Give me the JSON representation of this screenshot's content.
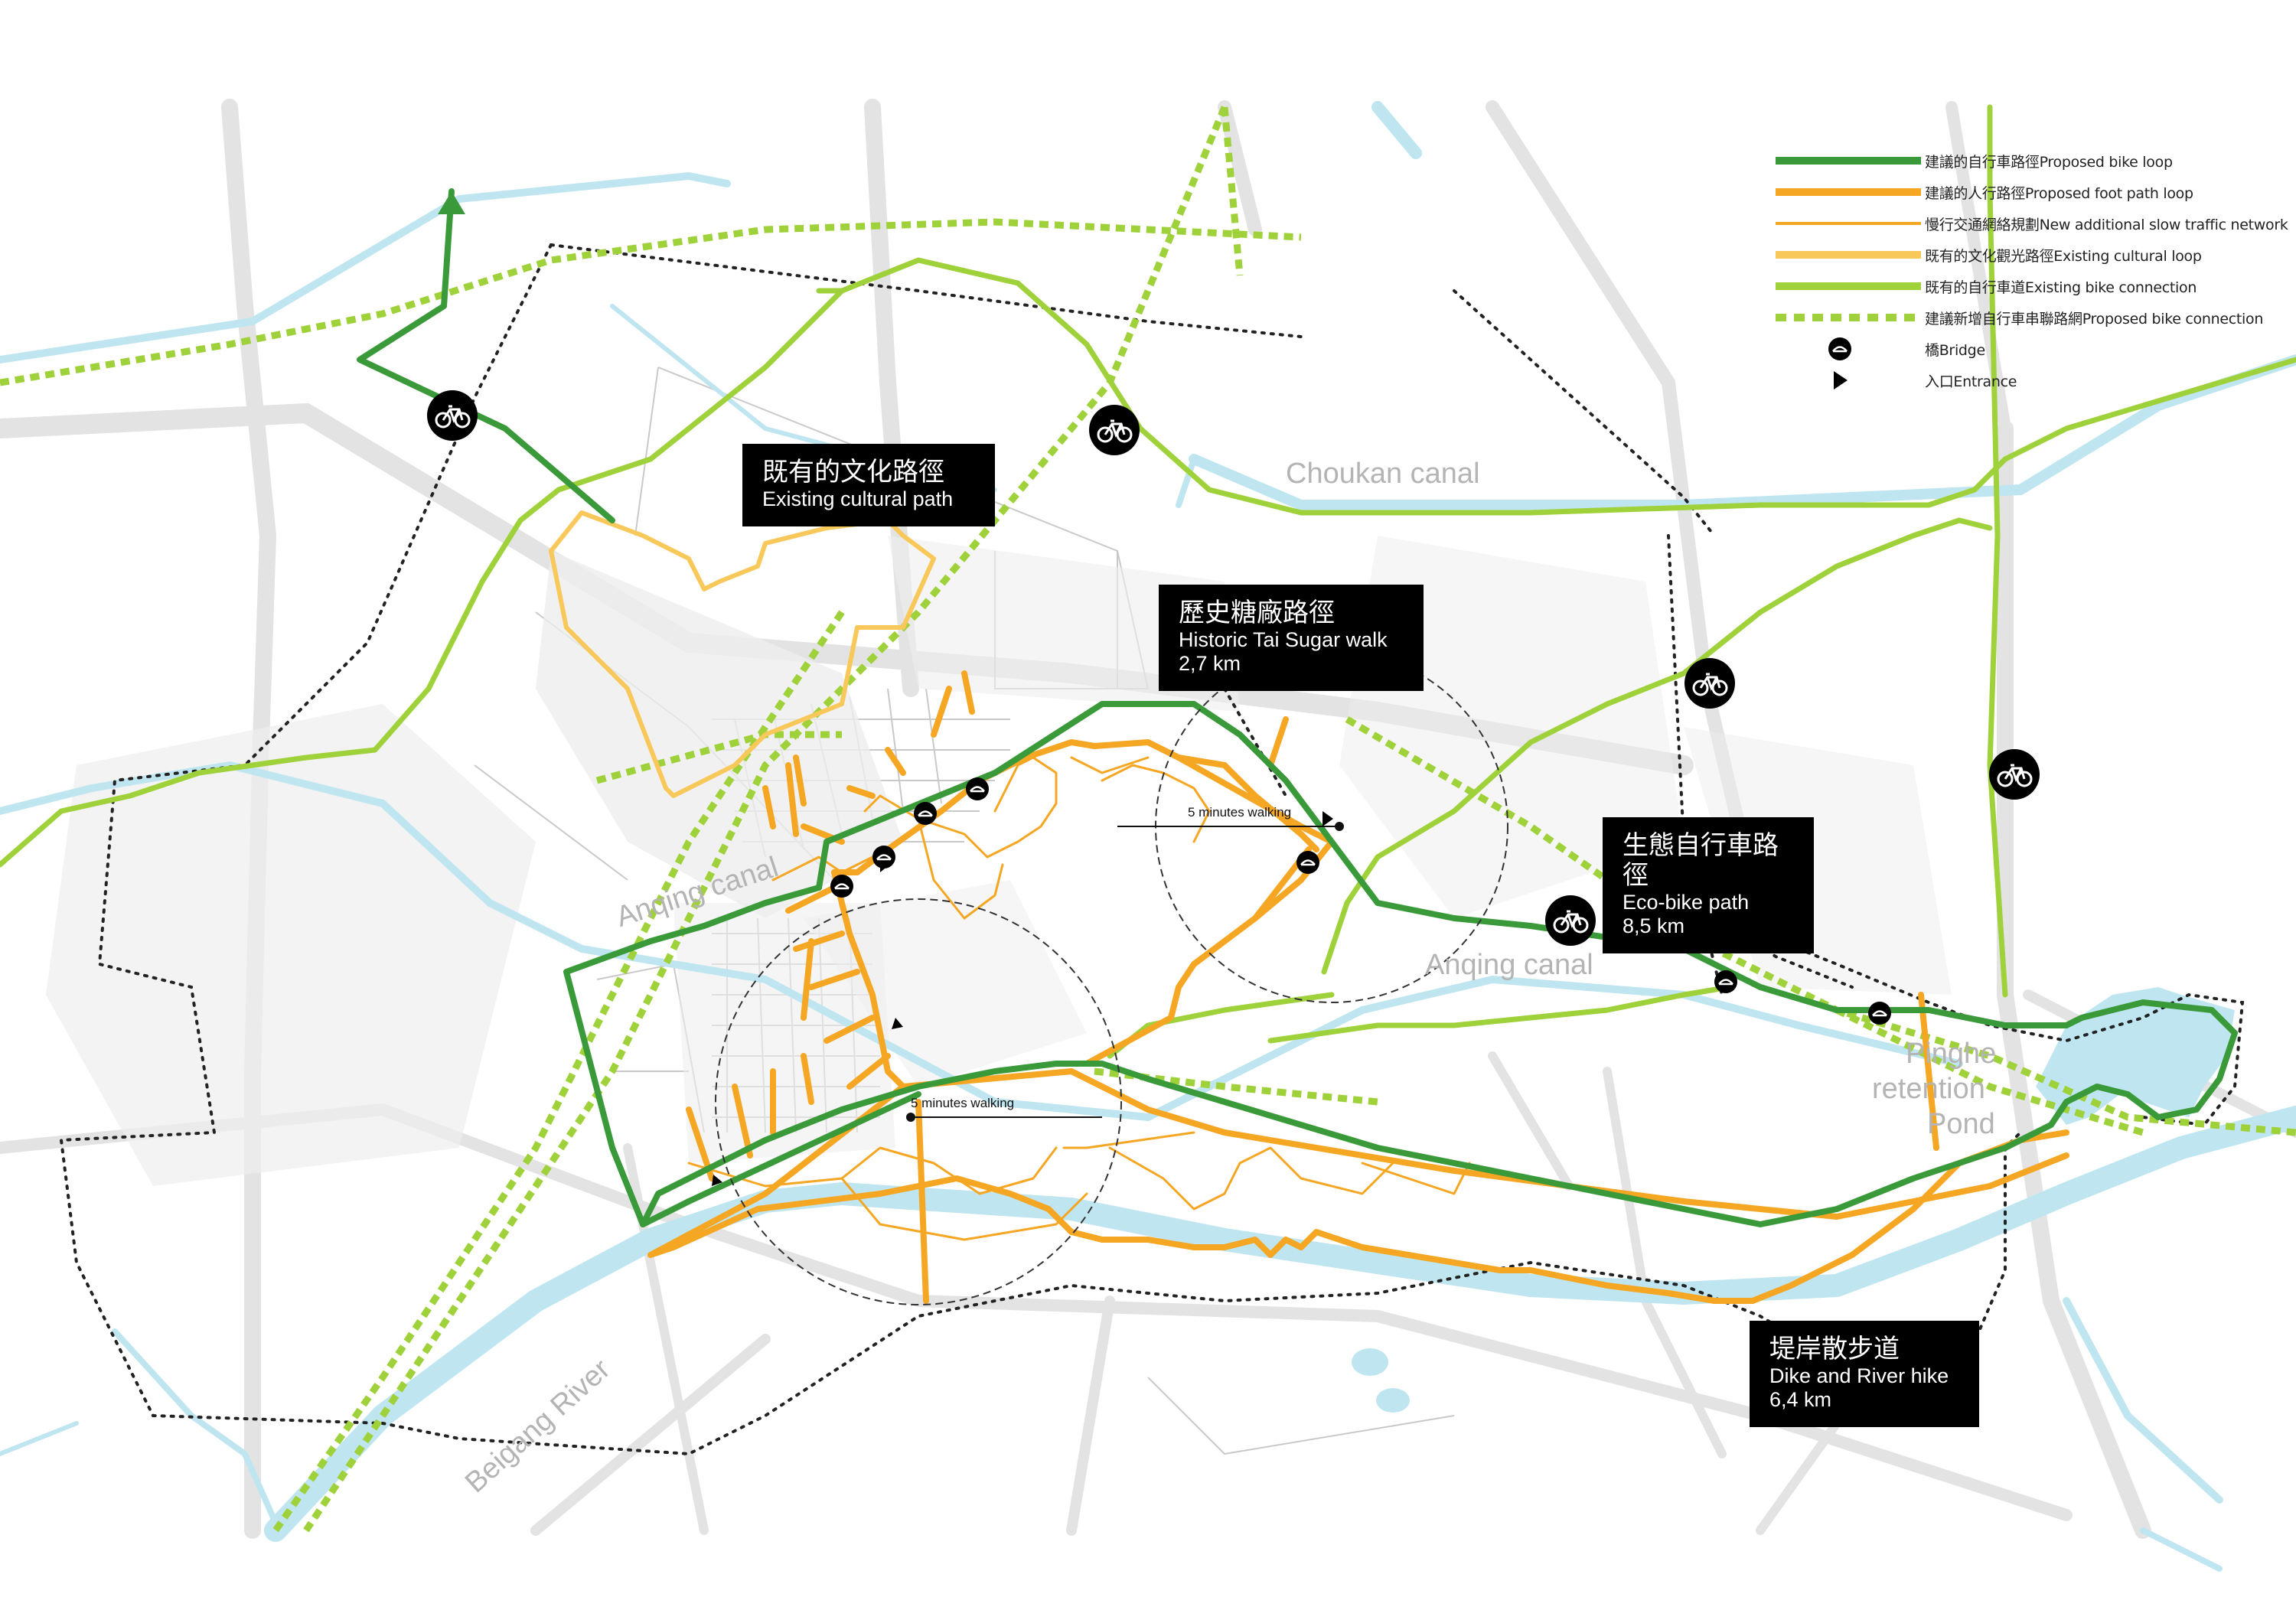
{
  "legend": {
    "items": [
      {
        "label": "建議的自行車路徑Proposed bike loop",
        "style": "solid-dark-green"
      },
      {
        "label": "建議的人行路徑Proposed foot path loop",
        "style": "solid-orange"
      },
      {
        "label": "慢行交通網絡規劃New additional slow traffic network",
        "style": "thin-orange"
      },
      {
        "label": "既有的文化觀光路徑Existing cultural loop",
        "style": "light-orange"
      },
      {
        "label": "既有的自行車道Existing bike connection",
        "style": "solid-light-green"
      },
      {
        "label": "建議新增自行車串聯路網Proposed bike connection",
        "style": "dotted-light-green"
      },
      {
        "label": "橋Bridge",
        "style": "bridge-icon"
      },
      {
        "label": "入口Entrance",
        "style": "entrance-arrow"
      }
    ]
  },
  "callouts": {
    "cultural": {
      "zh": "既有的文化路徑",
      "en": "Existing cultural path"
    },
    "sugar": {
      "zh": "歷史糖廠路徑",
      "en": "Historic Tai Sugar walk",
      "dist": "2,7 km"
    },
    "eco": {
      "zh": "生態自行車路徑",
      "en": "Eco-bike path",
      "dist": "8,5 km"
    },
    "dike": {
      "zh": "堤岸散步道",
      "en": "Dike and River hike",
      "dist": "6,4 km"
    }
  },
  "map_labels": {
    "choukan": "Choukan canal",
    "anqing_west": "Anqing canal",
    "anqing_east": "Anqing canal",
    "pinghe_1": "Pinghe",
    "pinghe_2": "retention",
    "pinghe_3": "Pond",
    "beigang": "Beigang River"
  },
  "walking": {
    "label_1": "5 minutes walking",
    "label_2": "5 minutes walking"
  },
  "colors": {
    "dark_green": "#3a9a3a",
    "light_green": "#9fd13a",
    "orange": "#f5a623",
    "light_orange": "#f8c85a",
    "water": "#bfe6f0",
    "road": "#e2e2e2",
    "black": "#000000"
  }
}
